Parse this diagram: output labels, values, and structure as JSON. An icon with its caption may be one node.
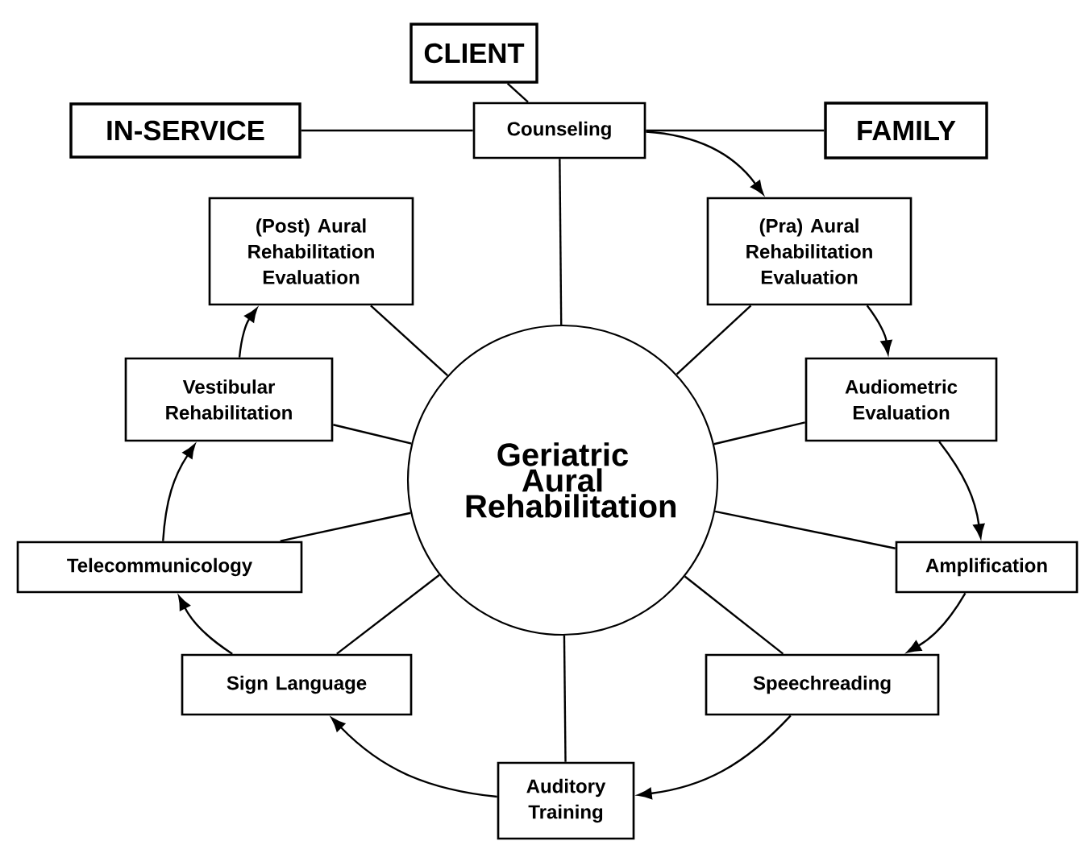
{
  "diagram": {
    "nodes": [
      {
        "text": [
          "CLIENT"
        ]
      },
      {
        "text": [
          "IN-SERVICE"
        ]
      },
      {
        "text": [
          "Counseling"
        ]
      },
      {
        "text": [
          "FAMILY"
        ]
      },
      {
        "text": [
          "(Post) Aural Rehabilitation Evaluation"
        ]
      },
      {
        "text": [
          "(Pra) Aural Rehabilitation Evaluation"
        ]
      },
      {
        "text": [
          "Vestibular Rehabilitation"
        ]
      },
      {
        "text": [
          "Geriatric Aural Rehabilitation"
        ]
      },
      {
        "text": [
          "Audiometric Evaluation"
        ]
      },
      {
        "text": [
          "Telecommunicology"
        ]
      },
      {
        "text": [
          "Amplification"
        ]
      },
      {
        "text": [
          "Sign Language"
        ]
      },
      {
        "text": [
          "Speechreading"
        ]
      },
      {
        "text": [
          "Auditory Training"
        ]
      }
    ],
    "edges": [
      {
        "from": 0,
        "to": 2,
        "arrow": "none"
      },
      {
        "from": 1,
        "to": 2,
        "arrow": "none"
      },
      {
        "from": 2,
        "to": 3,
        "arrow": "none"
      },
      {
        "from": 2,
        "to": 7,
        "arrow": "none"
      },
      {
        "from": 2,
        "to": 5,
        "arrow": "to"
      },
      {
        "from": 5,
        "to": 8,
        "arrow": "to"
      },
      {
        "from": 8,
        "to": 10,
        "arrow": "to"
      },
      {
        "from": 10,
        "to": 12,
        "arrow": "to"
      },
      {
        "from": 12,
        "to": 13,
        "arrow": "to"
      },
      {
        "from": 13,
        "to": 11,
        "arrow": "to"
      },
      {
        "from": 11,
        "to": 9,
        "arrow": "to"
      },
      {
        "from": 9,
        "to": 6,
        "arrow": "to"
      },
      {
        "from": 6,
        "to": 4,
        "arrow": "to"
      },
      {
        "from": 7,
        "to": 4,
        "arrow": "none"
      },
      {
        "from": 7,
        "to": 5,
        "arrow": "none"
      },
      {
        "from": 7,
        "to": 6,
        "arrow": "none"
      },
      {
        "from": 7,
        "to": 8,
        "arrow": "none"
      },
      {
        "from": 7,
        "to": 9,
        "arrow": "none"
      },
      {
        "from": 7,
        "to": 10,
        "arrow": "none"
      },
      {
        "from": 7,
        "to": 11,
        "arrow": "none"
      },
      {
        "from": 7,
        "to": 12,
        "arrow": "none"
      },
      {
        "from": 7,
        "to": 13,
        "arrow": "none"
      }
    ]
  }
}
